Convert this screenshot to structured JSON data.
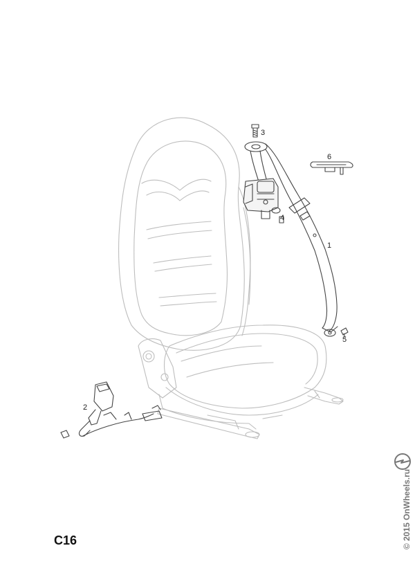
{
  "callouts": {
    "c1": "1",
    "c2": "2",
    "c3": "3",
    "c4": "4",
    "c5": "5",
    "c6": "6"
  },
  "section_code": "C16",
  "copyright": "© 2015 OnWheels.ru",
  "colors": {
    "seat_outline": "#bdbdbd",
    "part_outline": "#444444",
    "text": "#222222",
    "watermark": "#777777"
  }
}
